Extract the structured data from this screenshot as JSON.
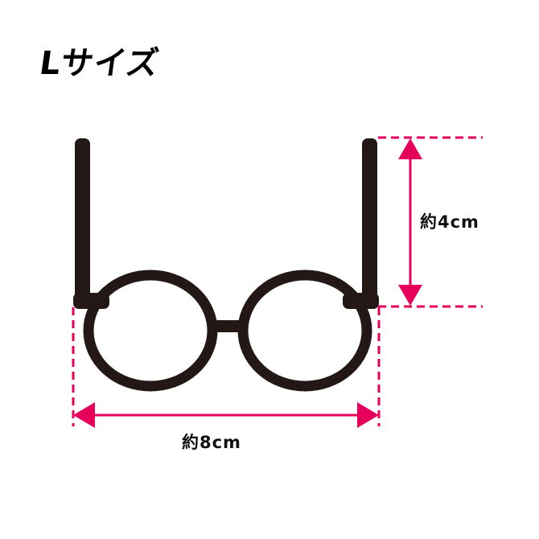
{
  "title": "Lサイズ",
  "colors": {
    "frame": "#231815",
    "dimension": "#e6005c",
    "text": "#111111",
    "background": "#ffffff"
  },
  "dimensions": {
    "width_label": "約8cm",
    "temple_length_label": "約4cm"
  },
  "figure": {
    "subject": "round-eyeglasses-front-view",
    "parts": [
      "left-temple",
      "right-temple",
      "left-lens-rim",
      "right-lens-rim",
      "bridge"
    ]
  }
}
